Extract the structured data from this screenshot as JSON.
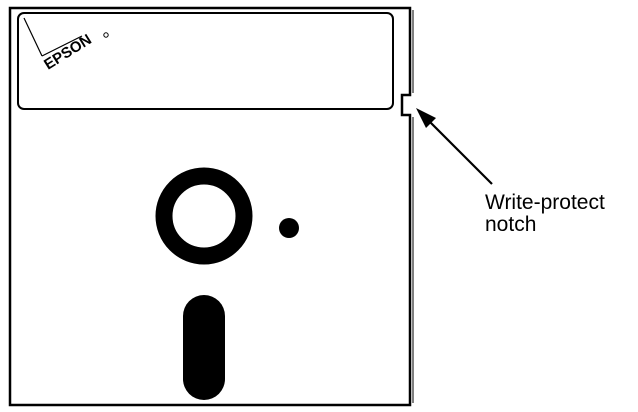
{
  "label": {
    "brand": "EPSON",
    "callout_line1": "Write-protect",
    "callout_line2": "notch"
  },
  "colors": {
    "ink": "#000000",
    "paper": "#ffffff"
  }
}
